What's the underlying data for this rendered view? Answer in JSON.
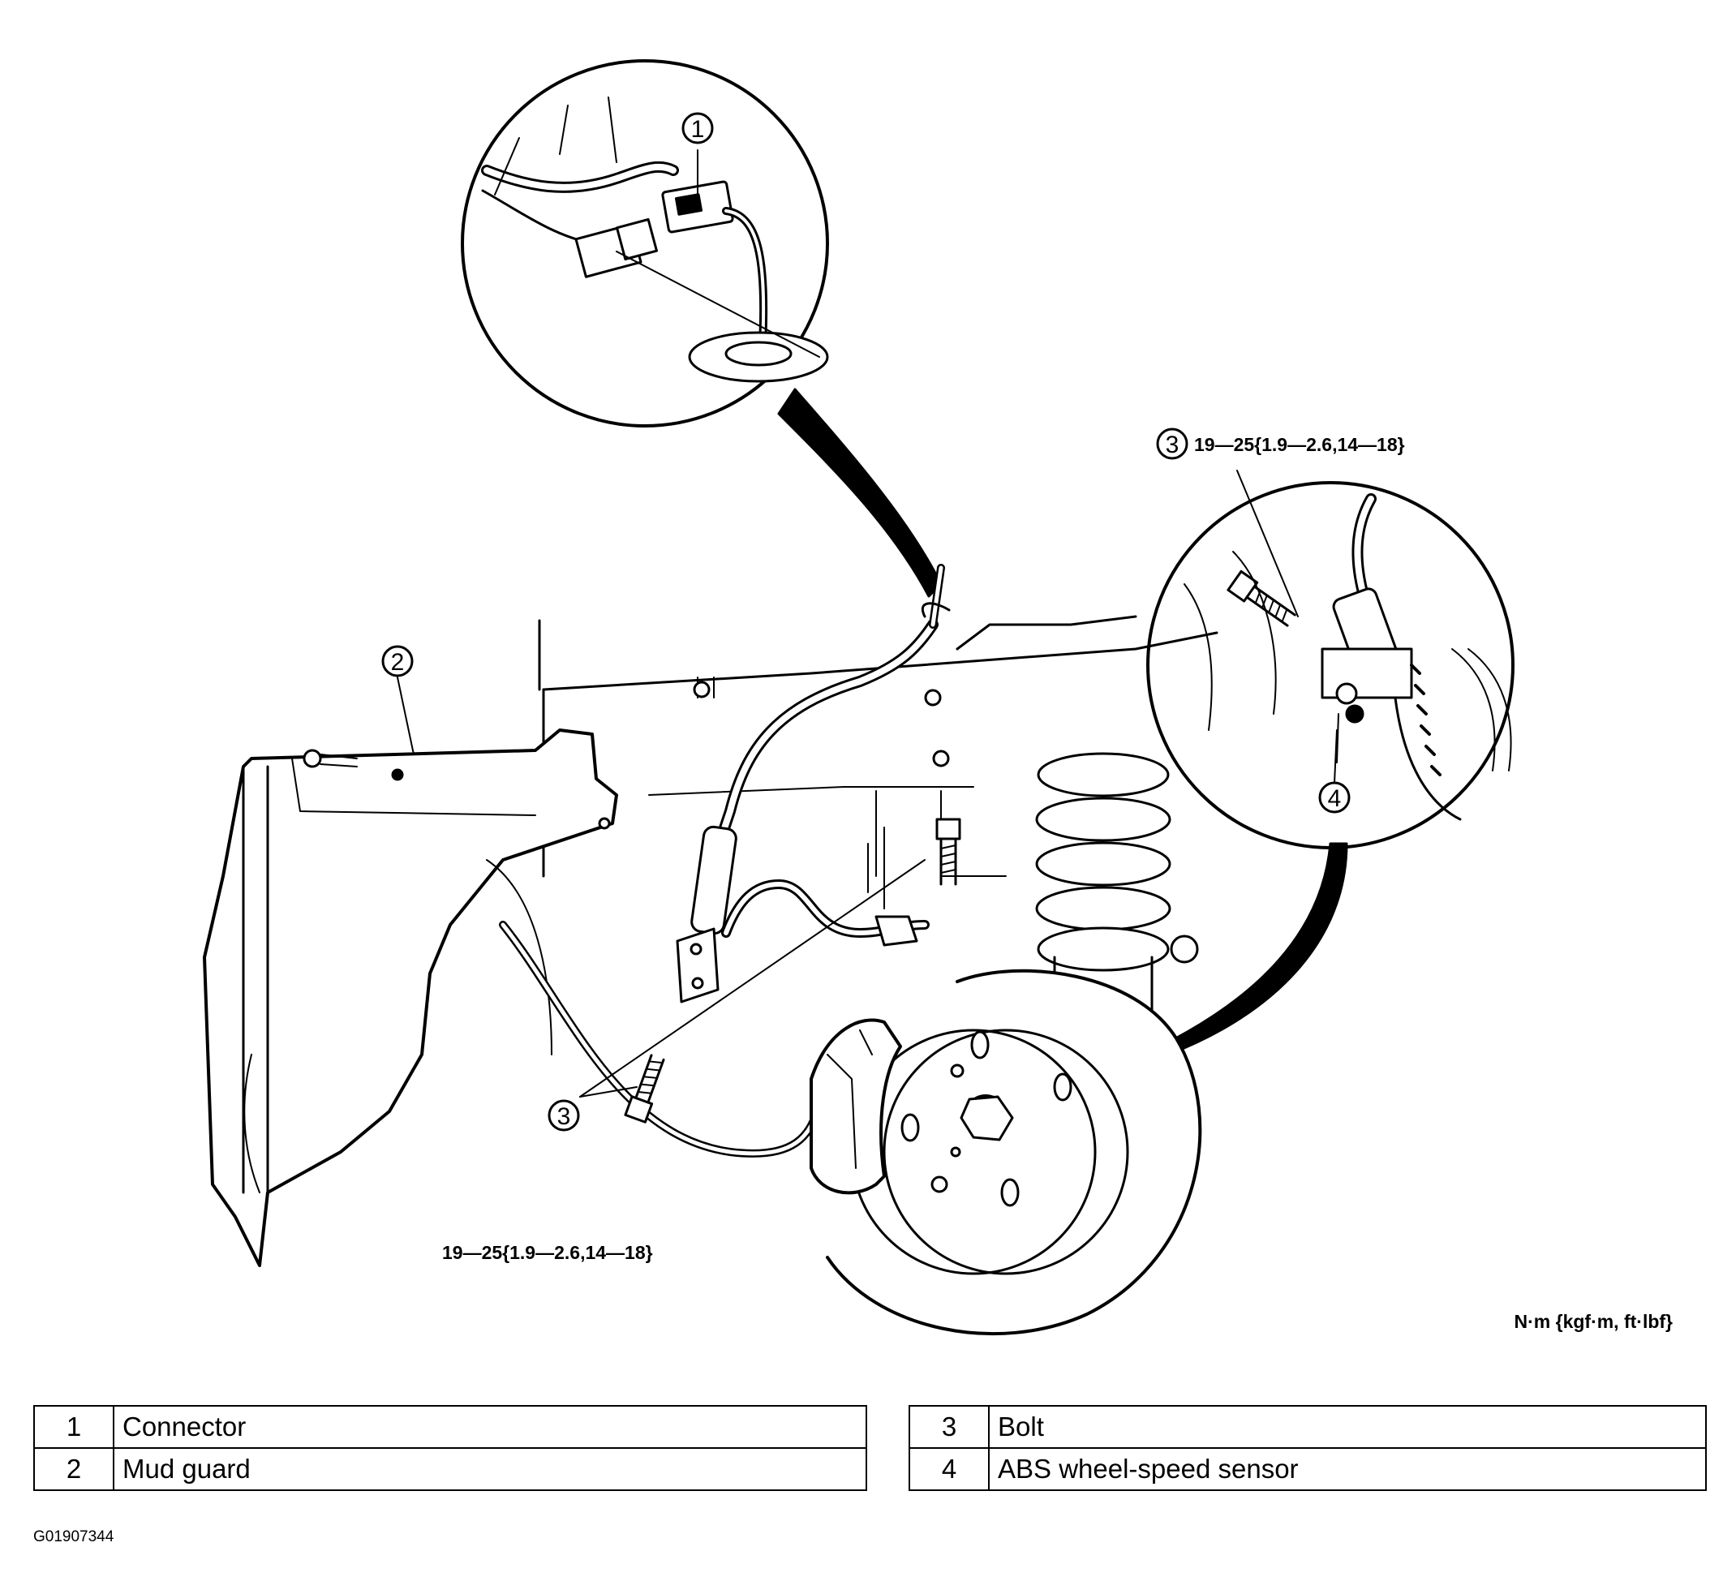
{
  "callouts": {
    "c1": "1",
    "c2": "2",
    "c3_top": "3",
    "c3_bottom": "3",
    "c4": "4"
  },
  "torque_top": "19—25{1.9—2.6,14—18}",
  "torque_bottom": "19—25{1.9—2.6,14—18}",
  "units": "N·m {kgf·m, ft·lbf}",
  "legend_left": [
    {
      "num": "1",
      "label": "Connector"
    },
    {
      "num": "2",
      "label": "Mud guard"
    }
  ],
  "legend_right": [
    {
      "num": "3",
      "label": "Bolt"
    },
    {
      "num": "4",
      "label": "ABS wheel-speed sensor"
    }
  ],
  "image_id": "G01907344"
}
